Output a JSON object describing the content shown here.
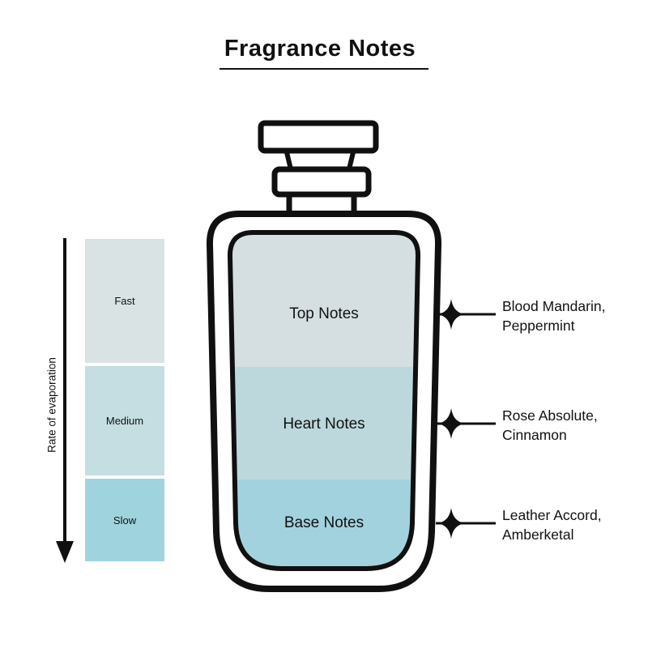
{
  "title": "Fragrance Notes",
  "evaporation_scale": {
    "axis_label": "Rate of evaporation",
    "arrow_icon": "down-arrow-icon",
    "levels": [
      {
        "label": "Fast",
        "color": "#dae3e4"
      },
      {
        "label": "Medium",
        "color": "#c4dee1"
      },
      {
        "label": "Slow",
        "color": "#9fd4de"
      }
    ]
  },
  "bottle": {
    "sections": [
      {
        "label": "Top Notes",
        "color": "#d5dfe1"
      },
      {
        "label": "Heart Notes",
        "color": "#bcd8dc"
      },
      {
        "label": "Base Notes",
        "color": "#a2d2de"
      }
    ]
  },
  "annotations": [
    {
      "marker_icon": "sparkle-icon",
      "line1": "Blood Mandarin,",
      "line2": "Peppermint"
    },
    {
      "marker_icon": "sparkle-icon",
      "line1": "Rose Absolute,",
      "line2": "Cinnamon"
    },
    {
      "marker_icon": "sparkle-icon",
      "line1": "Leather Accord,",
      "line2": "Amberketal"
    }
  ],
  "outline_color": "#101010"
}
